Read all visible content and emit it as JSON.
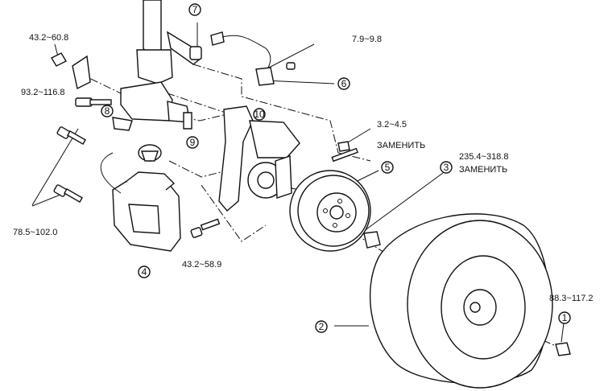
{
  "callouts": {
    "c1": "1",
    "c2": "2",
    "c3": "3",
    "c4": "4",
    "c5": "5",
    "c6": "6",
    "c7": "7",
    "c8": "8",
    "c9": "9",
    "c10": "10"
  },
  "torques": {
    "t_43_60": "43.2~60.8",
    "t_93_116": "93.2~116.8",
    "t_78_102": "78.5~102.0",
    "t_43_58": "43.2~58.9",
    "t_79_98": "7.9~9.8",
    "t_32_45": "3.2~4.5",
    "t_235_318": "235.4~318.8",
    "t_88_117": "88.3~117.2"
  },
  "notes": {
    "replace_1": "ЗАМЕНИТЬ",
    "replace_2": "ЗАМЕНИТЬ"
  }
}
